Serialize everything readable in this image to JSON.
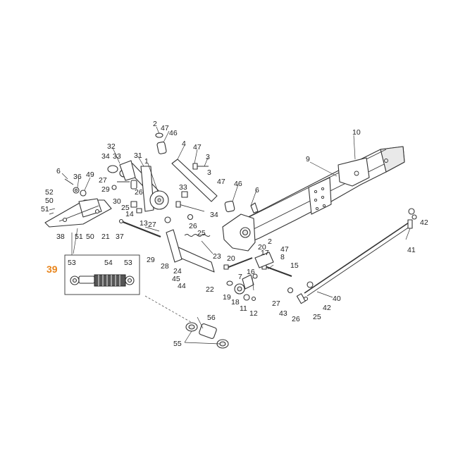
{
  "colors": {
    "callout": "#e8841a",
    "line": "#333333",
    "label": "#222222"
  },
  "callout": {
    "number": "39"
  },
  "labels": {
    "l2a": "2",
    "l47a": "47",
    "l46a": "46",
    "l4": "4",
    "l47b": "47",
    "l3a": "3",
    "l3b": "3",
    "l47c": "47",
    "l10": "10",
    "l9": "9",
    "l32": "32",
    "l34a": "34",
    "l33a": "33",
    "l31": "31",
    "l1": "1",
    "l6a": "6",
    "l36": "36",
    "l49": "49",
    "l27a": "27",
    "l29a": "29",
    "l26a": "26",
    "l33b": "33",
    "l46b": "46",
    "l6b": "6",
    "l52": "52",
    "l50a": "50",
    "l51a": "51",
    "l30": "30",
    "l25a": "25",
    "l14": "14",
    "l34b": "34",
    "l13": "13",
    "l27b": "27",
    "l26b": "26",
    "l25b": "25",
    "l38": "38",
    "l51b": "51",
    "l50b": "50",
    "l21": "21",
    "l37": "37",
    "l2b": "2",
    "l20a": "20",
    "l47d": "47",
    "l17": "17",
    "l8": "8",
    "l23": "23",
    "l29b": "29",
    "l28": "28",
    "l24": "24",
    "l45": "45",
    "l44": "44",
    "l22": "22",
    "l20b": "20",
    "l15": "15",
    "l7": "7",
    "l16": "16",
    "l19": "19",
    "l18": "18",
    "l11": "11",
    "l12": "12",
    "l53a": "53",
    "l54": "54",
    "l53b": "53",
    "l42a": "42",
    "l41": "41",
    "l40": "40",
    "l27c": "27",
    "l42b": "42",
    "l43": "43",
    "l26c": "26",
    "l25c": "25",
    "l56": "56",
    "l55": "55"
  }
}
